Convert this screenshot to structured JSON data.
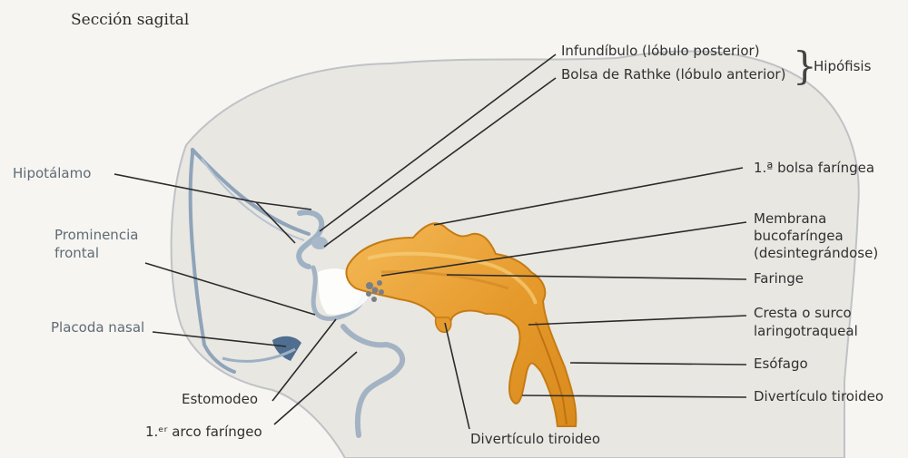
{
  "title": "Sección sagital",
  "labels": {
    "infundibulo": "Infundíbulo (lóbulo posterior)",
    "rathke": "Bolsa de Rathke (lóbulo anterior)",
    "hipofisis": "Hipófisis",
    "hipotalamo": "Hipotálamo",
    "prominencia_1": "Prominencia",
    "prominencia_2": "frontal",
    "placoda": "Placoda nasal",
    "estomodeo": "Estomodeo",
    "arco": "1.ᵉʳ arco faríngeo",
    "div_bottom": "Divertículo tiroideo",
    "bolsa": "1.ª bolsa faríngea",
    "membrana_1": "Membrana",
    "membrana_2": "bucofaríngea",
    "membrana_3": "(desintegrándose)",
    "faringe": "Faringe",
    "cresta_1": "Cresta o surco",
    "cresta_2": "laringotraqueal",
    "esofago": "Esófago",
    "div_right": "Divertículo tiroideo"
  },
  "colors": {
    "background": "#f6f5f1",
    "embryo_fill": "#e8e7e2",
    "embryo_outline": "#b9bcc1",
    "brain_wall": "#8fa4b9",
    "pharynx_fill": "#e9a336",
    "pharynx_dark": "#c97c12",
    "pharynx_light": "#f6c76a"
  }
}
